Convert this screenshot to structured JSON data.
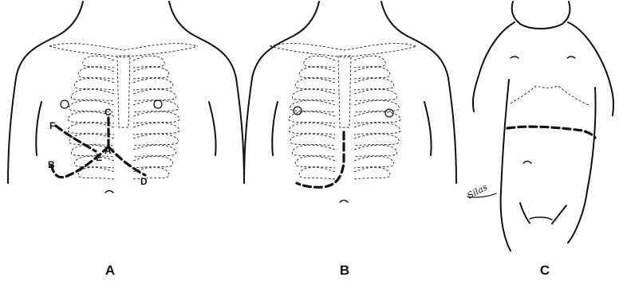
{
  "panels": [
    {
      "label": "A",
      "points": [
        "C",
        "F",
        "A",
        "E",
        "B",
        "D"
      ]
    },
    {
      "label": "B"
    },
    {
      "label": "C"
    }
  ],
  "signature": "Silas"
}
